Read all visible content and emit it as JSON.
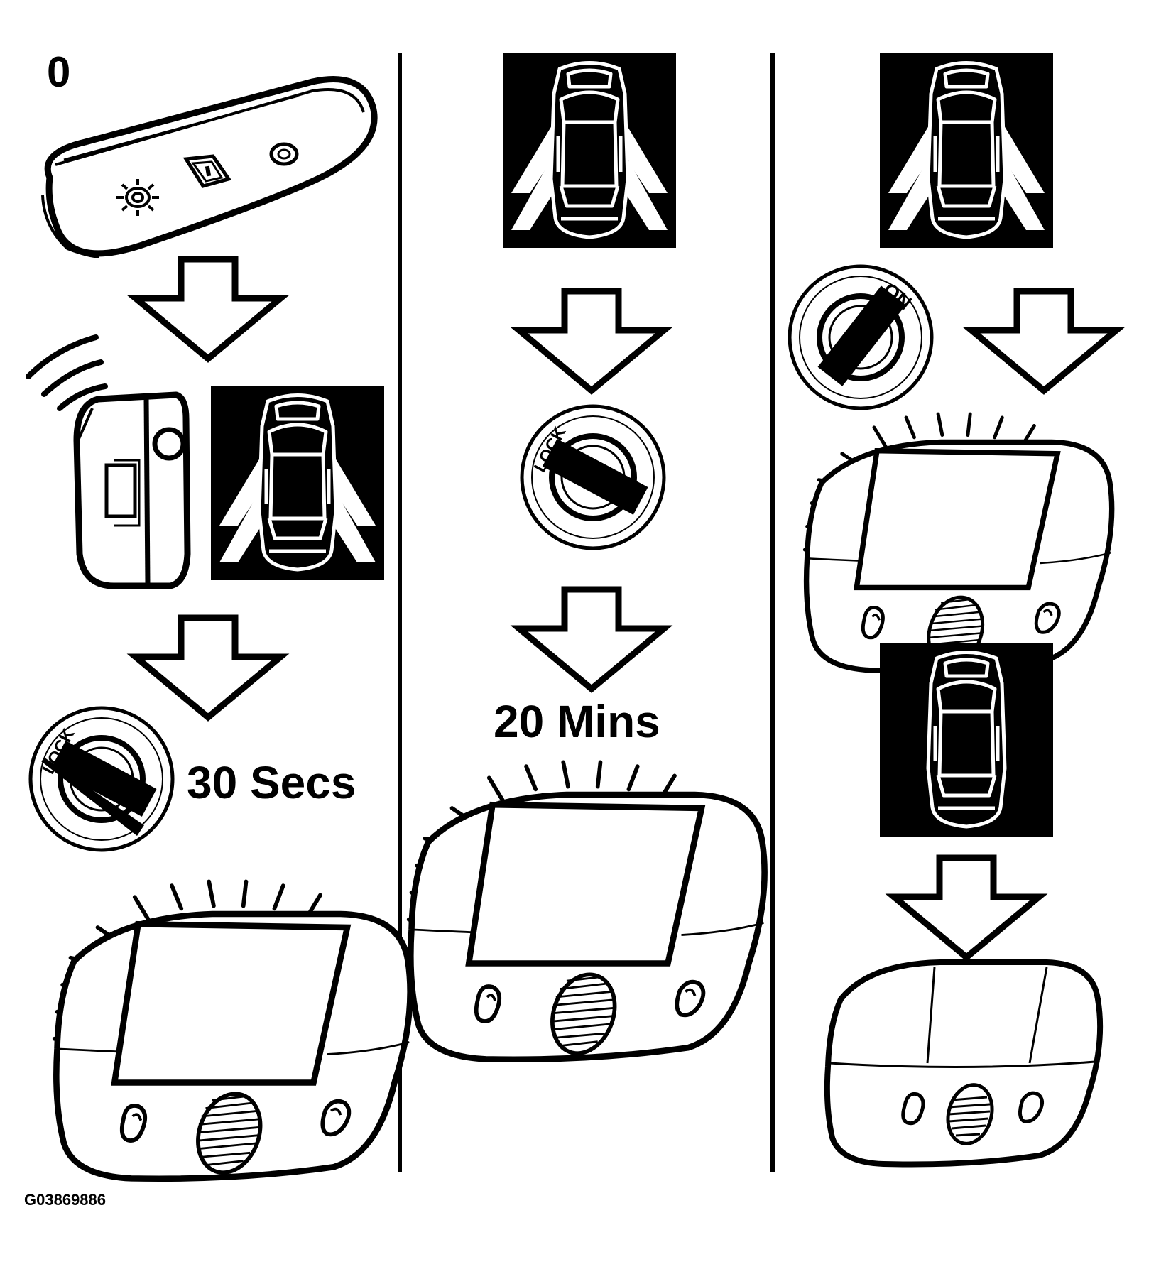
{
  "step_label": "0",
  "timers": {
    "col1": "30 Secs",
    "col2": "20 Mins"
  },
  "lock_ring_text": "LOCK",
  "on_ring_text": "ON",
  "figure_id": "G03869886",
  "icons": [
    "remote-fob-icon",
    "car-doors-open-icon",
    "car-doors-closed-icon",
    "ignition-lock-icon",
    "ignition-on-icon",
    "dome-lamp-icon",
    "down-arrow-icon"
  ]
}
